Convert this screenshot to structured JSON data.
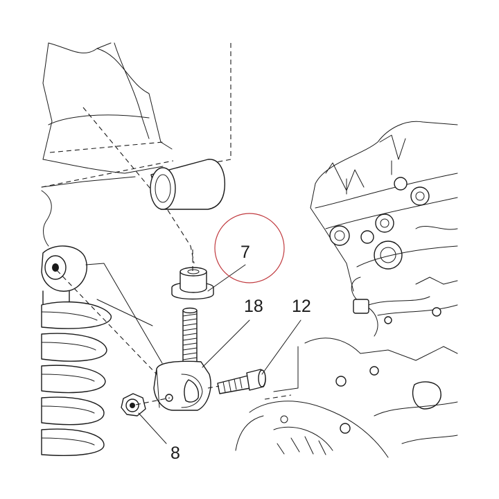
{
  "callouts": {
    "part_7": "7",
    "part_18": "18",
    "part_12": "12",
    "part_8": "8"
  },
  "colors": {
    "line": "#1a1a1a",
    "highlight_circle": "#c0393e",
    "background": "#ffffff"
  }
}
